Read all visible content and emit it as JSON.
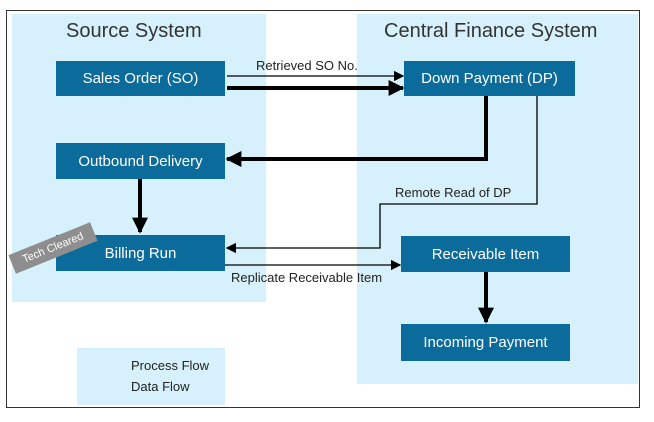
{
  "colors": {
    "panel_bg": "#d6f1fb",
    "box_fill": "#0b6b9a",
    "box_text": "#ffffff",
    "stamp_bg": "#8e8e8e",
    "arrow": "#000000"
  },
  "panels": {
    "source": {
      "title": "Source System"
    },
    "central": {
      "title": "Central Finance System"
    }
  },
  "nodes": {
    "sales_order": "Sales Order (SO)",
    "down_payment": "Down Payment (DP)",
    "outbound_delivery": "Outbound Delivery",
    "billing_run": "Billing Run",
    "receivable_item": "Receivable Item",
    "incoming_payment": "Incoming Payment"
  },
  "edge_labels": {
    "retrieved_so": "Retrieved SO No.",
    "remote_read": "Remote Read of DP",
    "replicate": "Replicate Receivable Item"
  },
  "stamp": "Tech Cleared",
  "legend": {
    "process_flow": "Process Flow",
    "data_flow": "Data Flow"
  }
}
